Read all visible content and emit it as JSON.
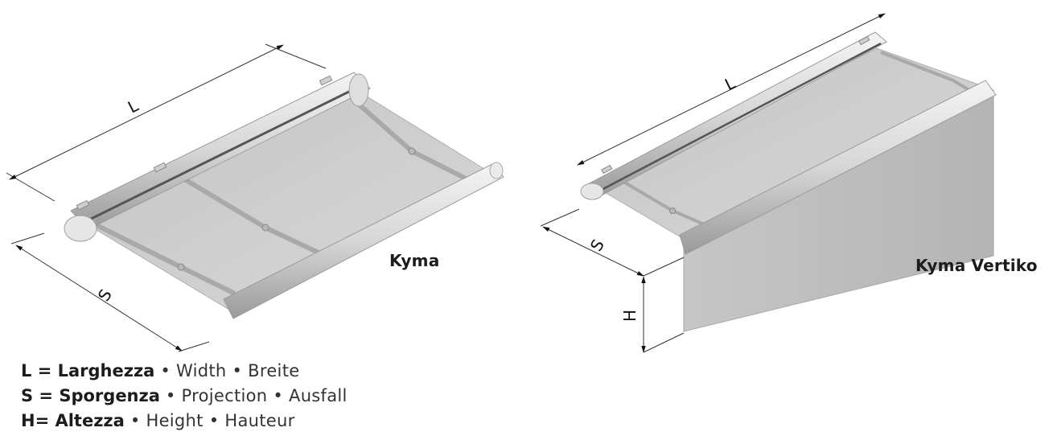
{
  "products": [
    {
      "name": "Kyma"
    },
    {
      "name": "Kyma Vertiko"
    }
  ],
  "dimensions": {
    "width_symbol": "L",
    "projection_symbol": "S",
    "height_symbol": "H"
  },
  "legend": [
    {
      "key": "L = Larghezza",
      "sep1": " • ",
      "en": "Width",
      "sep2": " • ",
      "de": "Breite"
    },
    {
      "key": "S = Sporgenza",
      "sep1": " • ",
      "en": "Projection",
      "sep2": " • ",
      "de": "Ausfall"
    },
    {
      "key": "H= Altezza",
      "sep1": " • ",
      "en": "Height",
      "sep2": " • ",
      "de": "Hauteur"
    }
  ],
  "colors": {
    "fabric": "#cfcfcf",
    "fabric_dark": "#b9b9b9",
    "frame_light": "#ececec",
    "frame_mid": "#c8c8c8",
    "frame_dark": "#8d8d8d",
    "dimension_line": "#333333",
    "text": "#1c1c1c"
  }
}
